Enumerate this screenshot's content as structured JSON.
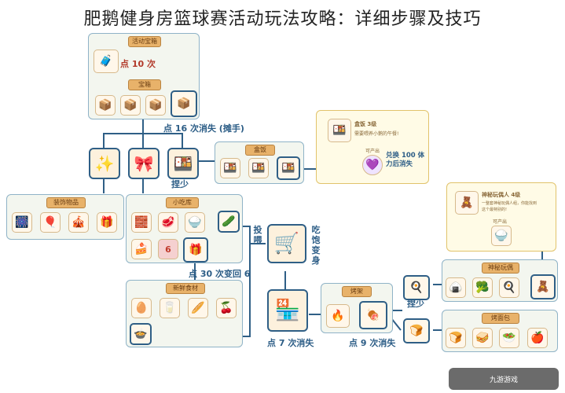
{
  "title": "肥鹅健身房篮球赛活动玩法攻略：详细步骤及技巧",
  "top_panel": {
    "header1": "活动宝箱",
    "label_click": "点 10 次",
    "header2": "宝箱"
  },
  "labels": {
    "click16": "点 16 次消失 (摊手)",
    "pinched": "捏少",
    "click30": "点 30 次变回 6",
    "click7": "点 7 次消失",
    "click9": "点 9 次消失",
    "feed": "投喂",
    "eat": "吃饱变身",
    "pinched2": "捏少"
  },
  "box_panel": {
    "header": "盒饭"
  },
  "info1": {
    "title": "盒饭 3级",
    "line1": "需要喂养小鹅的午餐!",
    "sub": "可产出",
    "reward": "兑换 100 体力后消失"
  },
  "info2": {
    "title": "神秘玩偶人 4级",
    "line1": "一整套神秘玩偶人组，你能找到",
    "line2": "这个最特别的!",
    "sub": "可产出"
  },
  "panels": {
    "decor": "装饰物品",
    "snack": "小吃库",
    "fresh": "新鲜食材",
    "grill": "烤架",
    "mystery": "神秘玩偶",
    "toast": "烤面包"
  },
  "badge6": "6",
  "watermark": "九游游戏"
}
